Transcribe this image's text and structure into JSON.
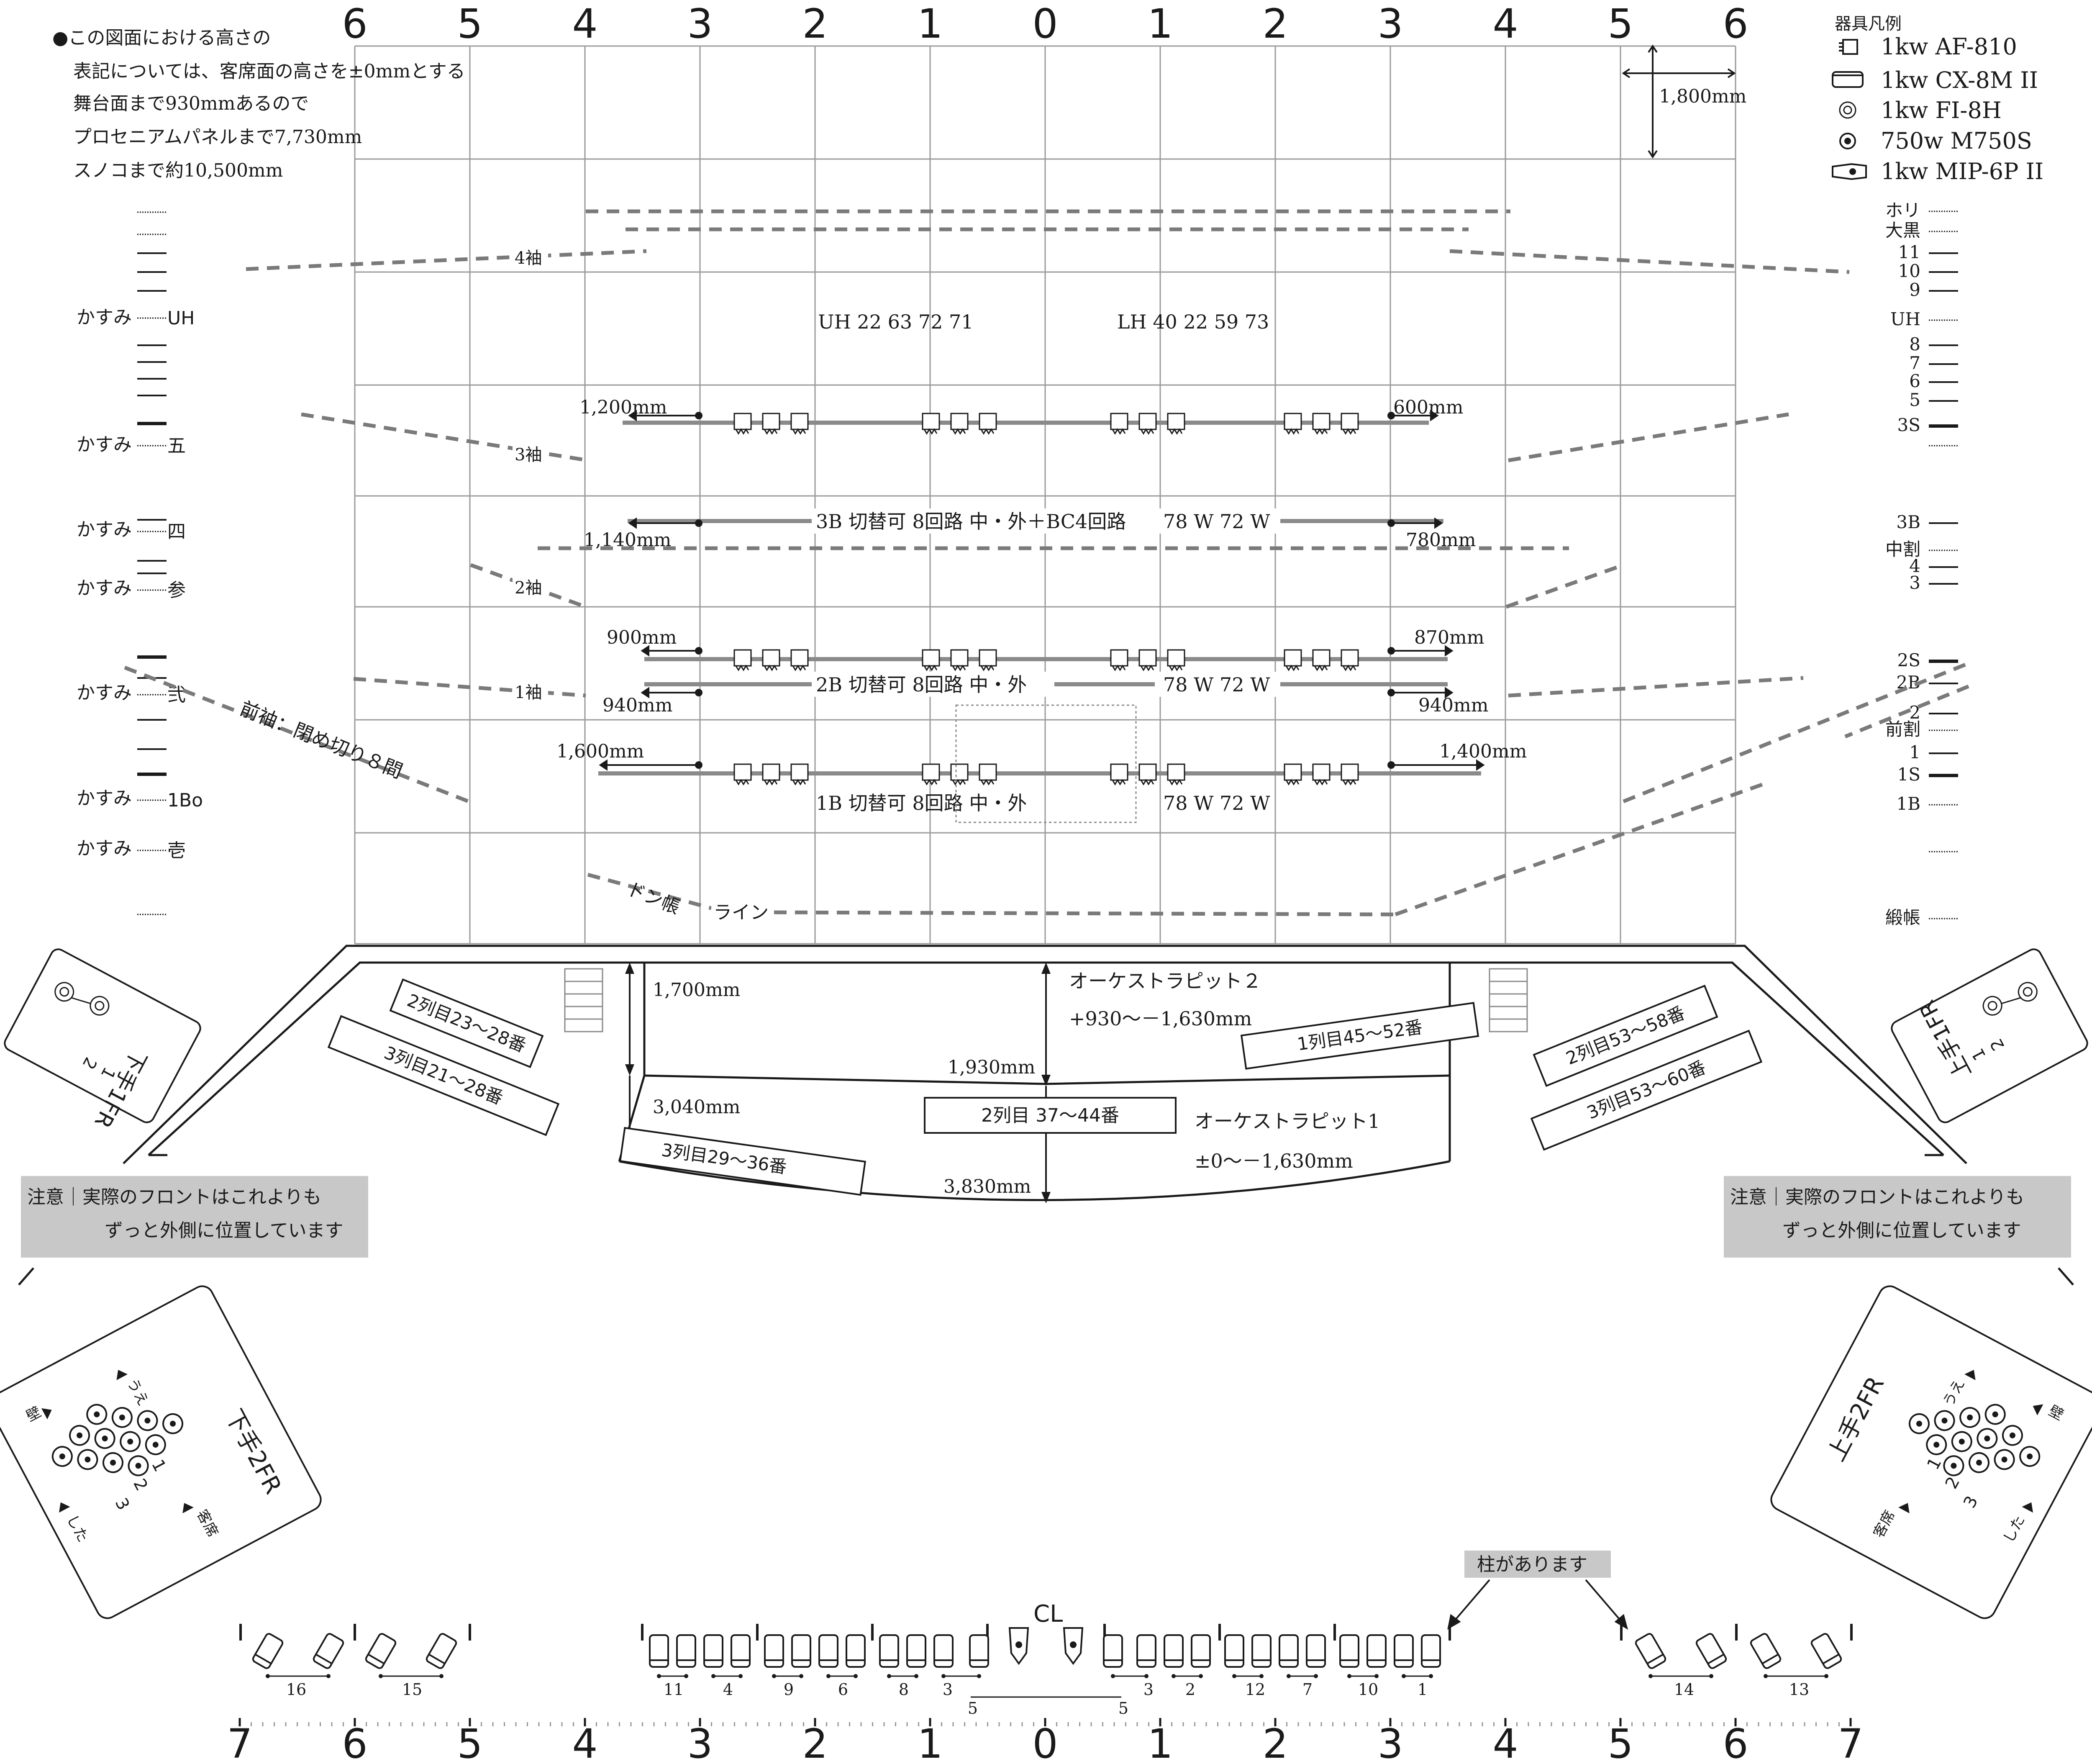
{
  "title_notes": [
    "●この図面における高さの",
    "表記については、客席面の高さを±0mmとする",
    "舞台面まで930mmあるので",
    "プロセニアムパネルまで7,730mm",
    "スノコまで約10,500mm"
  ],
  "top_axis": [
    "6",
    "5",
    "4",
    "3",
    "2",
    "1",
    "0",
    "1",
    "2",
    "3",
    "4",
    "5",
    "6"
  ],
  "bottom_axis": [
    "7",
    "6",
    "5",
    "4",
    "3",
    "2",
    "1",
    "0",
    "1",
    "2",
    "3",
    "4",
    "5",
    "6",
    "7"
  ],
  "grid_dimension": "1,800mm",
  "legend": {
    "title": "器具凡例",
    "items": [
      {
        "icon": "af810-icon",
        "label": "1kw AF-810"
      },
      {
        "icon": "cx8m-icon",
        "label": "1kw CX-8M II"
      },
      {
        "icon": "fi8h-icon",
        "label": "1kw FI-8H"
      },
      {
        "icon": "m750s-icon",
        "label": "750w M750S"
      },
      {
        "icon": "mip6p-icon",
        "label": "1kw MIP-6P II"
      }
    ]
  },
  "left_kasumi": [
    {
      "label": "かすみ",
      "tag": "UH"
    },
    {
      "label": "かすみ",
      "tag": "五"
    },
    {
      "label": "かすみ",
      "tag": "四"
    },
    {
      "label": "かすみ",
      "tag": "参"
    },
    {
      "label": "かすみ",
      "tag": "弐"
    },
    {
      "label": "かすみ",
      "tag": "1Bo"
    },
    {
      "label": "かすみ",
      "tag": "壱"
    }
  ],
  "right_lines": [
    "ホリ",
    "大黒",
    "11",
    "10",
    "9",
    "UH",
    "8",
    "7",
    "6",
    "5",
    "3S",
    "3B",
    "中割",
    "4",
    "3",
    "2S",
    "2B",
    "2",
    "前割",
    "1",
    "1S",
    "1B",
    "緞帳"
  ],
  "wings": [
    "4袖",
    "3袖",
    "2袖",
    "1袖"
  ],
  "maewing": "前袖：閉め切り８間",
  "donchou_line": [
    "ドン帳",
    "ライン"
  ],
  "circuits": {
    "uh": "UH  22 63 72 71",
    "lh": "LH  40 22 59 73",
    "b3": "3B 切替可 8回路 中・外＋BC4回路",
    "b3w": "78 W 72 W",
    "b2": "2B 切替可 8回路 中・外",
    "b2w": "78 W 72 W",
    "b1": "1B 切替可 8回路 中・外",
    "b1w": "78 W 72 W"
  },
  "dims": {
    "d1200": "1,200mm",
    "d600": "600mm",
    "d1140": "1,140mm",
    "d780": "780mm",
    "d900": "900mm",
    "d870": "870mm",
    "d940l": "940mm",
    "d940r": "940mm",
    "d1600": "1,600mm",
    "d1400": "1,400mm",
    "d1700": "1,700mm",
    "d1930": "1,930mm",
    "d3040": "3,040mm",
    "d3830": "3,830mm"
  },
  "pit": {
    "p2_title": "オーケストラピット２",
    "p2_range": "+930〜－1,630mm",
    "p1_title": "オーケストラピット1",
    "p1_range": "±0〜－1,630mm"
  },
  "seats": {
    "s1": "2列目23〜28番",
    "s2": "3列目21〜28番",
    "s3": "3列目29〜36番",
    "s4": "2列目 37〜44番",
    "s5": "1列目45〜52番",
    "s6": "2列目53〜58番",
    "s7": "3列目53〜60番"
  },
  "fr_left": {
    "title": "下手1FR",
    "n1": "1",
    "n2": "2"
  },
  "fr_right": {
    "title": "上手1FR",
    "n1": "1",
    "n2": "2"
  },
  "notice": [
    "注意｜実際のフロントはこれよりも",
    "ずっと外側に位置しています"
  ],
  "fr2_left": {
    "title": "下手2FR",
    "wall": "壁",
    "up": "うえ",
    "down": "した",
    "aud": "客席",
    "n1": "1",
    "n2": "2",
    "n3": "3"
  },
  "fr2_right": {
    "title": "上手2FR",
    "wall": "壁",
    "up": "うえ",
    "down": "した",
    "aud": "客席",
    "n1": "1",
    "n2": "2",
    "n3": "3"
  },
  "pillar": "柱があります",
  "cl": "CL",
  "front_circuits": [
    "16",
    "15",
    "11",
    "4",
    "9",
    "6",
    "8",
    "3",
    "5",
    "5",
    "3",
    "2",
    "12",
    "7",
    "10",
    "1",
    "14",
    "13"
  ]
}
